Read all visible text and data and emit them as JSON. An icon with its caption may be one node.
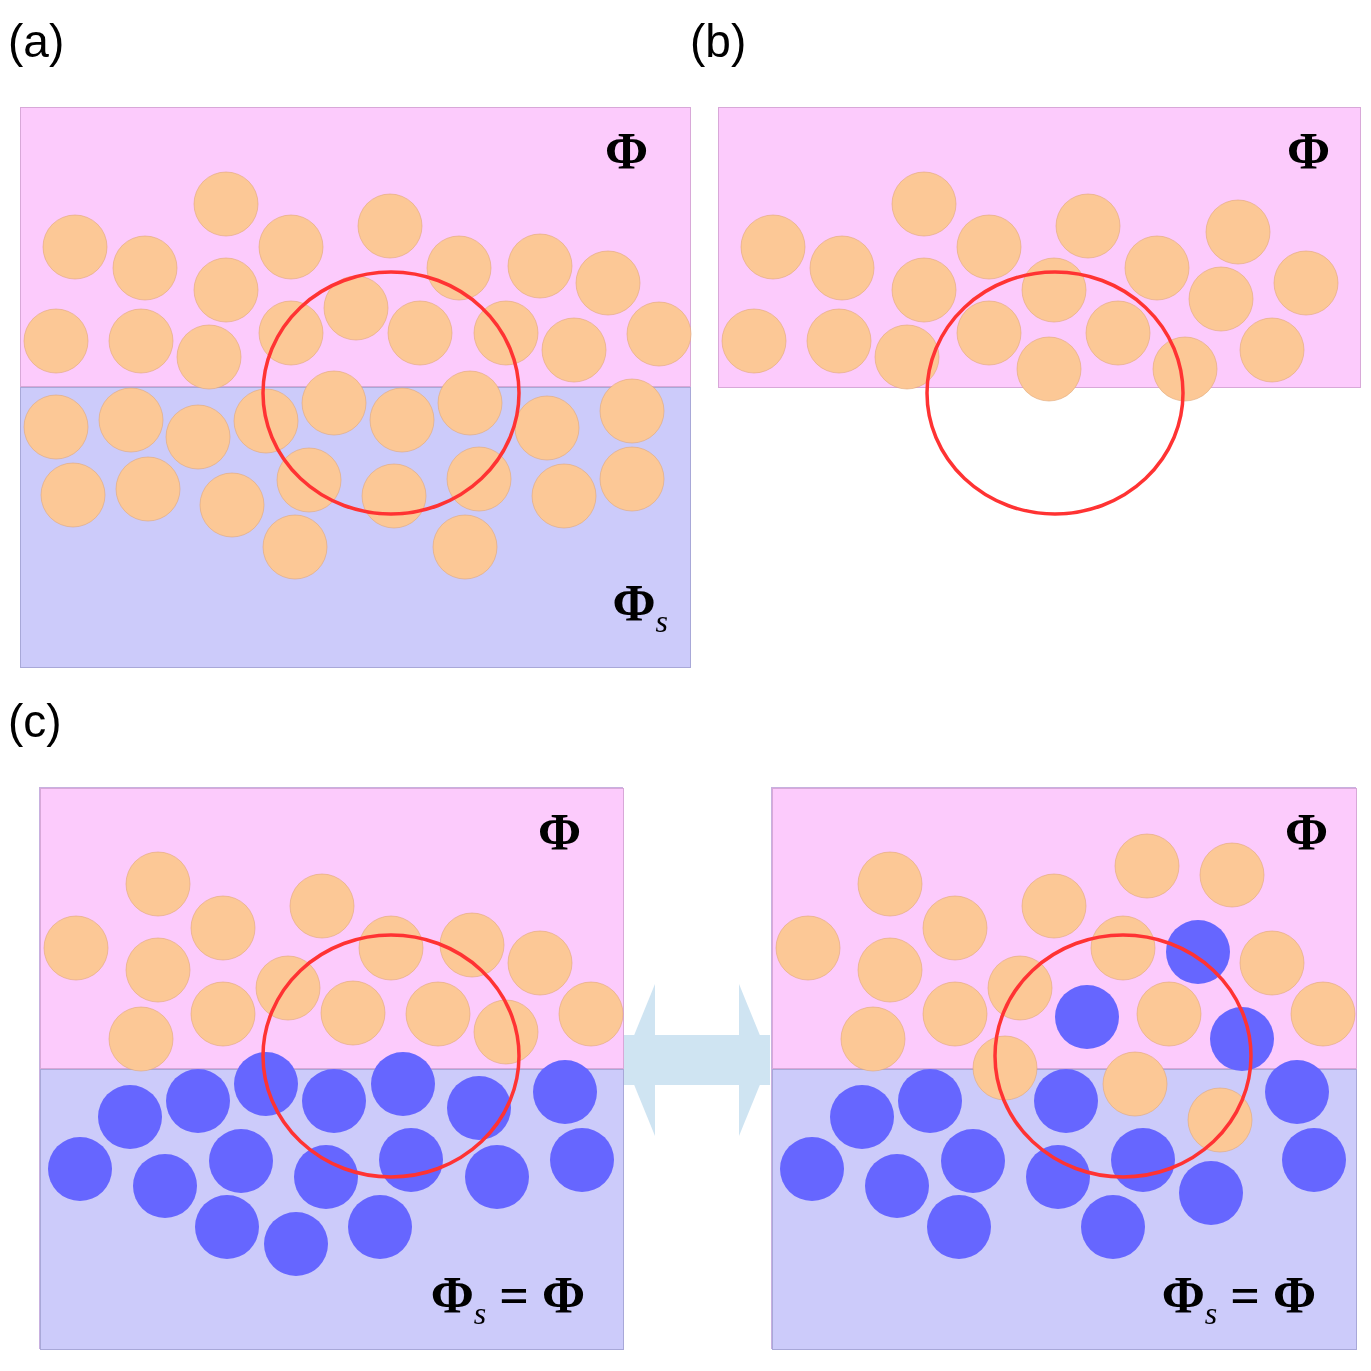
{
  "diagram": {
    "nodes": [
      {
        "text": [
          "Φ"
        ]
      },
      {
        "text": [
          "Φ$_{s}$"
        ]
      },
      {
        "text": [
          "Φ"
        ]
      },
      {
        "text": [],
        "shape": "box"
      },
      {
        "text": [
          "Φ"
        ],
        "in": 3
      },
      {
        "text": [
          "Φ$_{s}$ = Φ"
        ],
        "in": 3
      },
      {
        "text": [],
        "shape": "box"
      },
      {
        "text": [
          "Φ"
        ],
        "in": 6
      },
      {
        "text": [
          "Φ$_{s}$ = Φ"
        ],
        "in": 6
      }
    ],
    "edges": [
      {
        "from": 3,
        "to": 6,
        "arrow": "both"
      }
    ],
    "labels": [
      "(a)",
      "(b)",
      "(c)"
    ]
  }
}
